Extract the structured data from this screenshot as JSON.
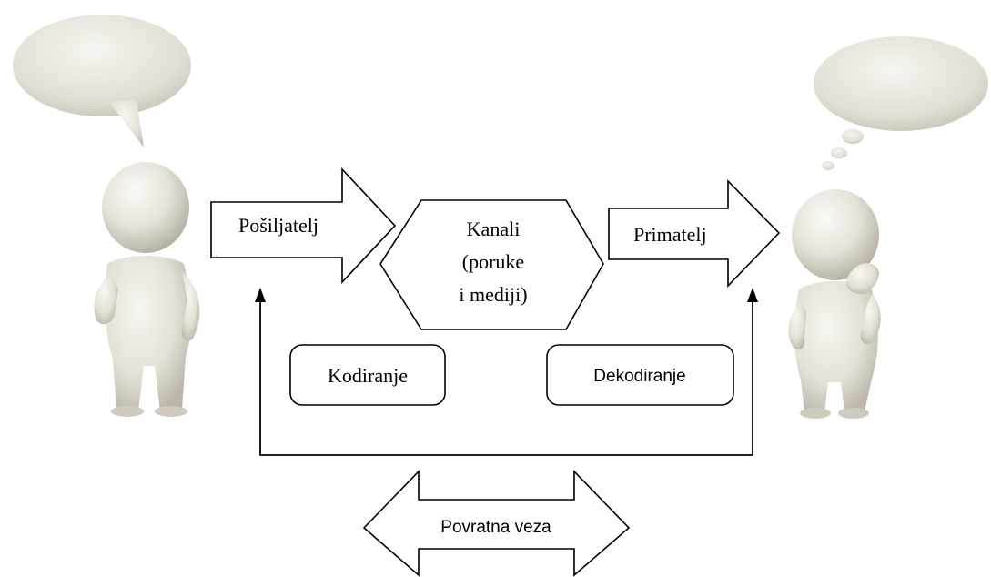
{
  "diagram": {
    "sender_label": "Pošiljatelj",
    "channel_label_lines": [
      "Kanali",
      "(poruke",
      "i mediji)"
    ],
    "receiver_label": "Primatelj",
    "encoding_label": "Kodiranje",
    "decoding_label": "Dekodiranje",
    "feedback_label": "Povratna veza"
  },
  "colors": {
    "figure_light": "#f2f0ea",
    "figure_mid": "#dcd8cd",
    "figure_shade": "#b9b3a5",
    "outline": "#000000"
  },
  "icons": {
    "sender_figure": "person-speaking-icon",
    "sender_bubble": "speech-bubble-icon",
    "receiver_figure": "person-thinking-icon",
    "receiver_bubble": "thought-bubble-icon"
  }
}
